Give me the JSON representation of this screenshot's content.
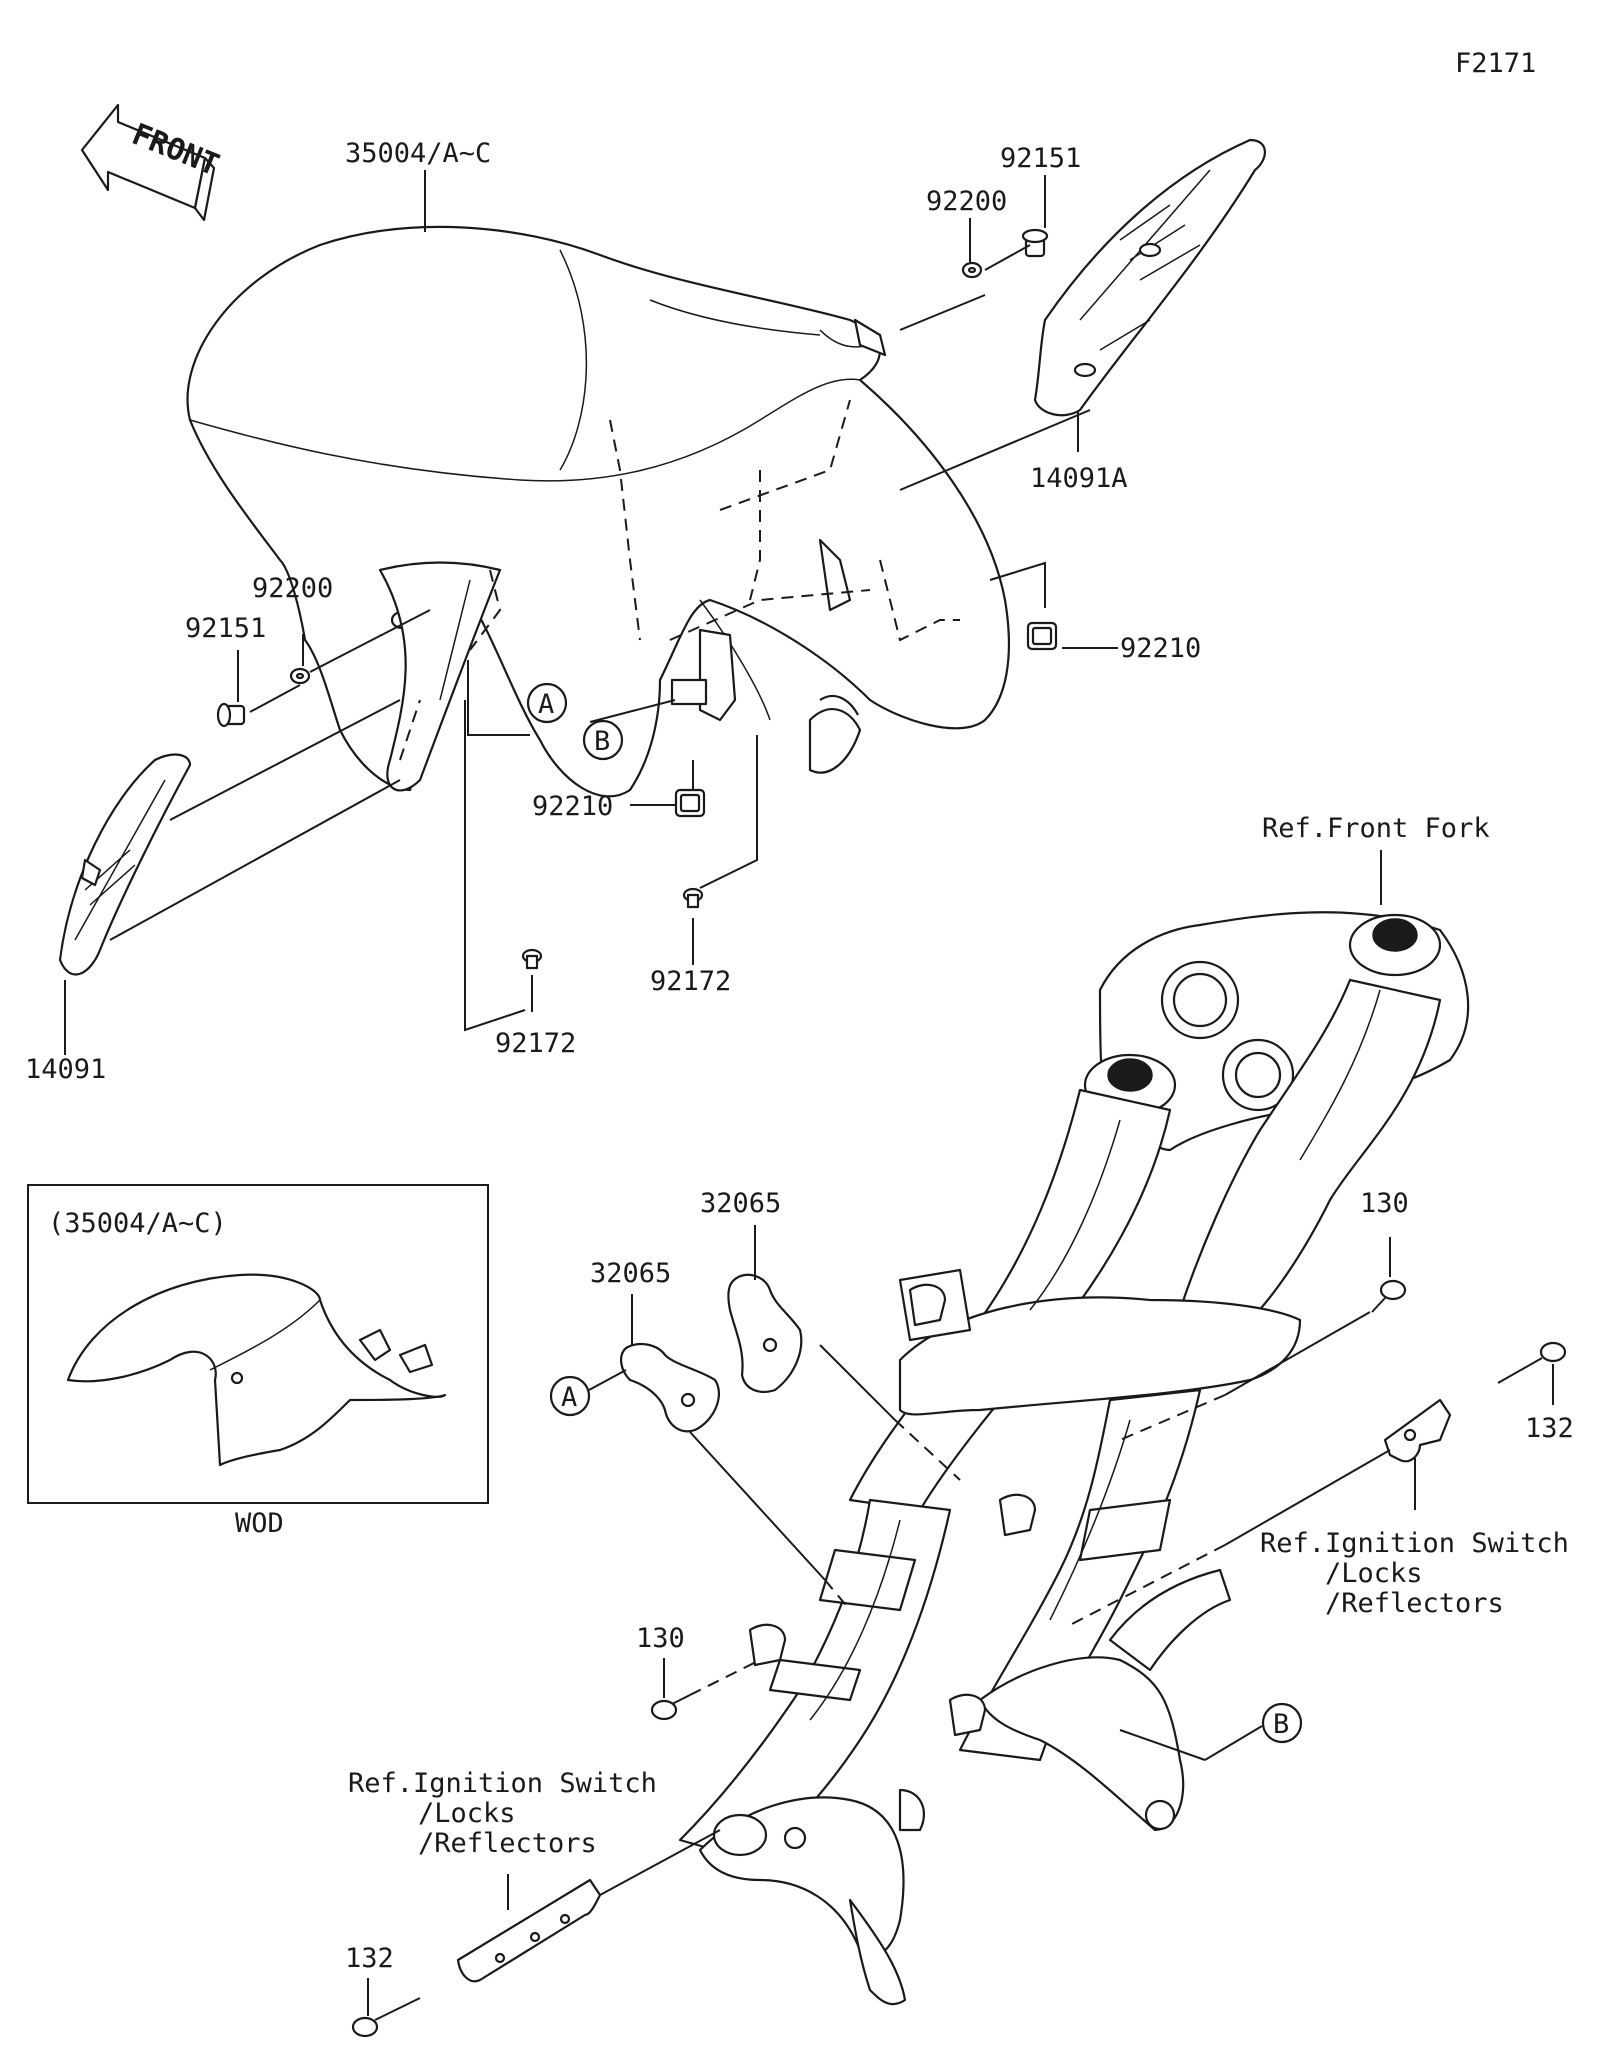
{
  "figure_code": "F2171",
  "front_arrow": {
    "text": "FRONT"
  },
  "inset": {
    "title": "(35004/A~C)",
    "caption": "WOD"
  },
  "callouts": {
    "a": "A",
    "b": "B"
  },
  "parts": [
    {
      "id": "p35004",
      "number": "35004/A~C"
    },
    {
      "id": "p92151_right",
      "number": "92151"
    },
    {
      "id": "p92200_right",
      "number": "92200"
    },
    {
      "id": "p14091A",
      "number": "14091A"
    },
    {
      "id": "p92210_right",
      "number": "92210"
    },
    {
      "id": "p92200_left",
      "number": "92200"
    },
    {
      "id": "p92151_left",
      "number": "92151"
    },
    {
      "id": "p92210_center",
      "number": "92210"
    },
    {
      "id": "p92172_center",
      "number": "92172"
    },
    {
      "id": "p92172_left",
      "number": "92172"
    },
    {
      "id": "p14091",
      "number": "14091"
    },
    {
      "id": "p32065_upper",
      "number": "32065"
    },
    {
      "id": "p32065_lower",
      "number": "32065"
    },
    {
      "id": "p130_right",
      "number": "130"
    },
    {
      "id": "p132_right",
      "number": "132"
    },
    {
      "id": "p130_left",
      "number": "130"
    },
    {
      "id": "p132_left",
      "number": "132"
    }
  ],
  "references": {
    "front_fork": "Ref.Front Fork",
    "ignition_right": [
      "Ref.Ignition Switch",
      "/Locks",
      "/Reflectors"
    ],
    "ignition_left": [
      "Ref.Ignition Switch",
      "/Locks",
      "/Reflectors"
    ]
  }
}
